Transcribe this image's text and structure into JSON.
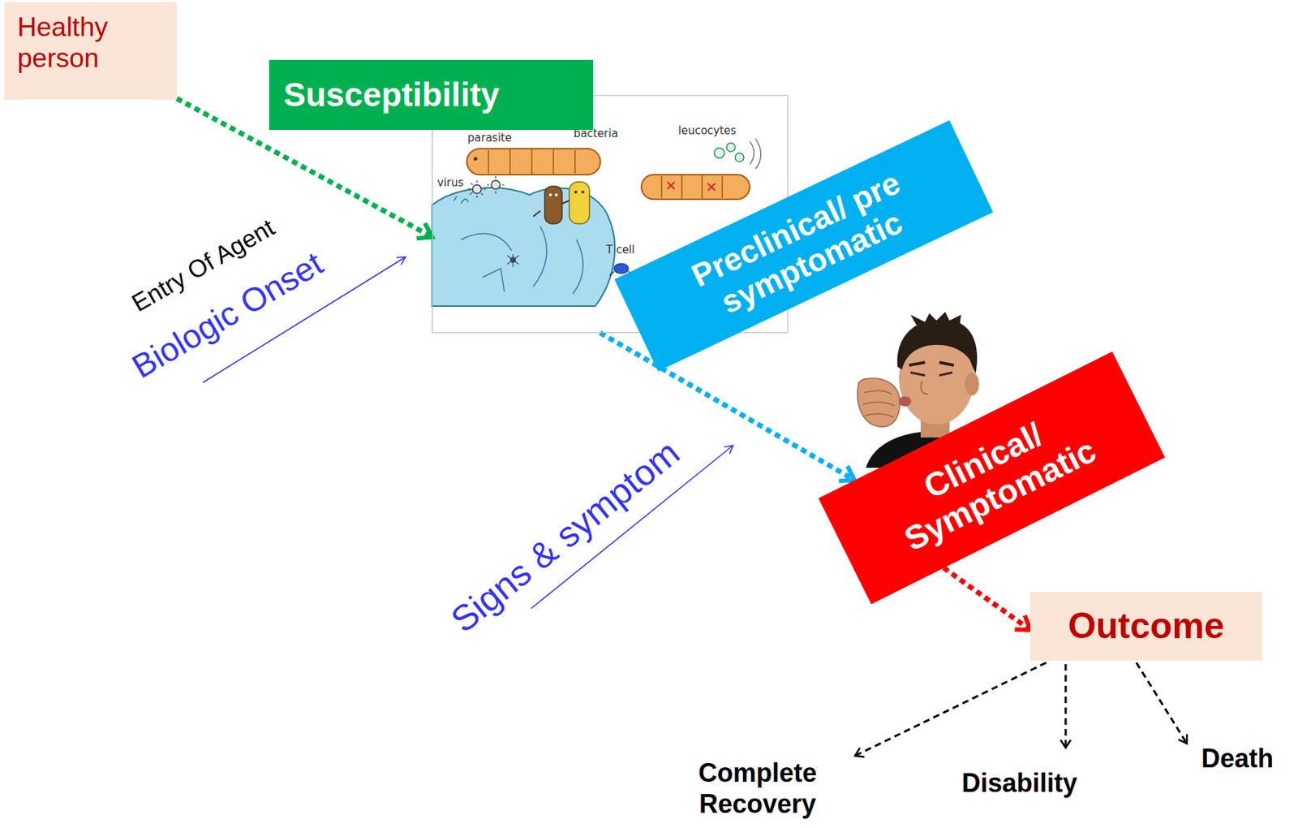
{
  "diagram": {
    "nodes": [
      {
        "text": [
          "Healthy person"
        ]
      },
      {
        "text": [
          "Susceptibility"
        ]
      },
      {
        "text": [
          "parasite",
          "bacteria",
          "virus",
          "leucocytes",
          "T cell"
        ]
      },
      {
        "text": [
          "Preclinical/ pre symptomatic"
        ]
      },
      {
        "text": [
          "Clinical/ Symptomatic"
        ]
      },
      {
        "text": [
          "Outcome"
        ]
      }
    ],
    "edges": [
      {
        "from": 0,
        "to": 2,
        "arrow": "to"
      },
      {
        "from": 2,
        "to": 4,
        "arrow": "to"
      },
      {
        "from": 4,
        "to": 5,
        "arrow": "to"
      }
    ],
    "labels": [
      "Entry Of Agent",
      "Biologic Onset",
      "Signs & symptom",
      "Complete Recovery",
      "Disability",
      "Death"
    ]
  }
}
